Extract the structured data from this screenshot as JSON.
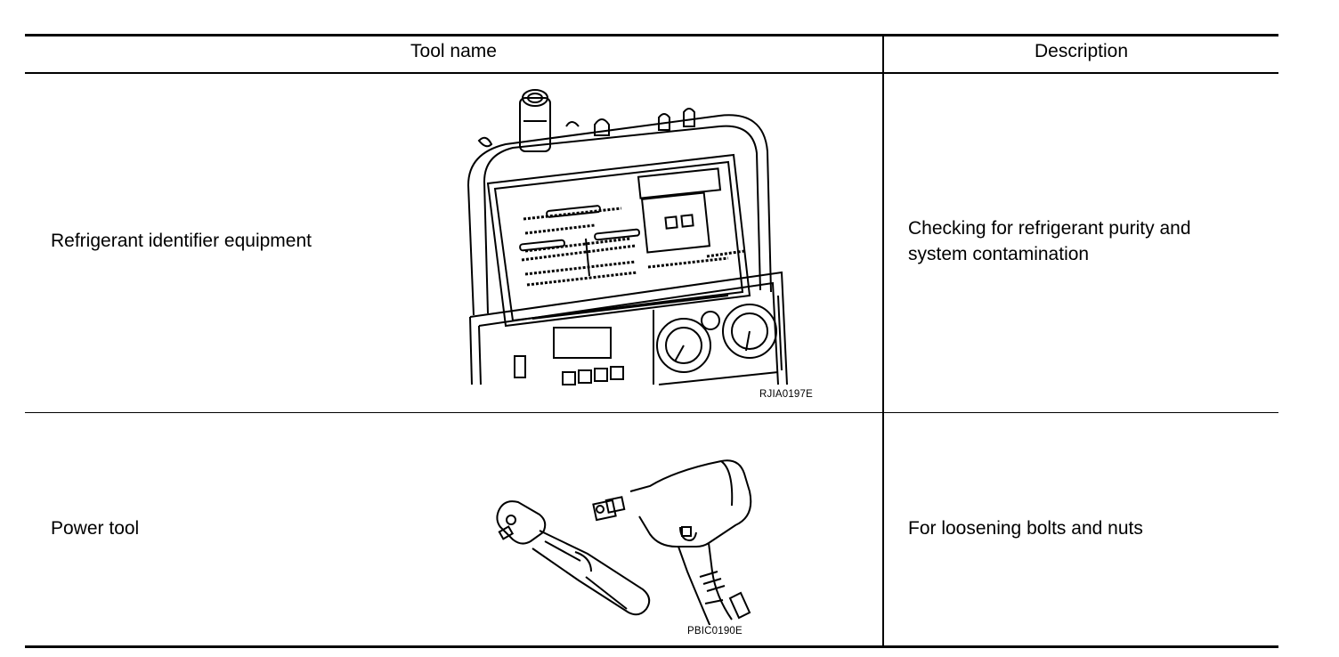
{
  "table": {
    "headers": {
      "tool_name": "Tool name",
      "description": "Description"
    },
    "rows": [
      {
        "tool_name": "Refrigerant identifier equipment",
        "image_code": "RJIA0197E",
        "description_line1": "Checking for refrigerant purity and",
        "description_line2": "system contamination"
      },
      {
        "tool_name": "Power tool",
        "image_code": "PBIC0190E",
        "description_line1": "For loosening bolts and nuts"
      }
    ]
  },
  "icons": [
    "refrigerant-identifier-illustration",
    "power-tool-illustration"
  ],
  "colors": {
    "ink": "#000000",
    "paper": "#ffffff"
  }
}
